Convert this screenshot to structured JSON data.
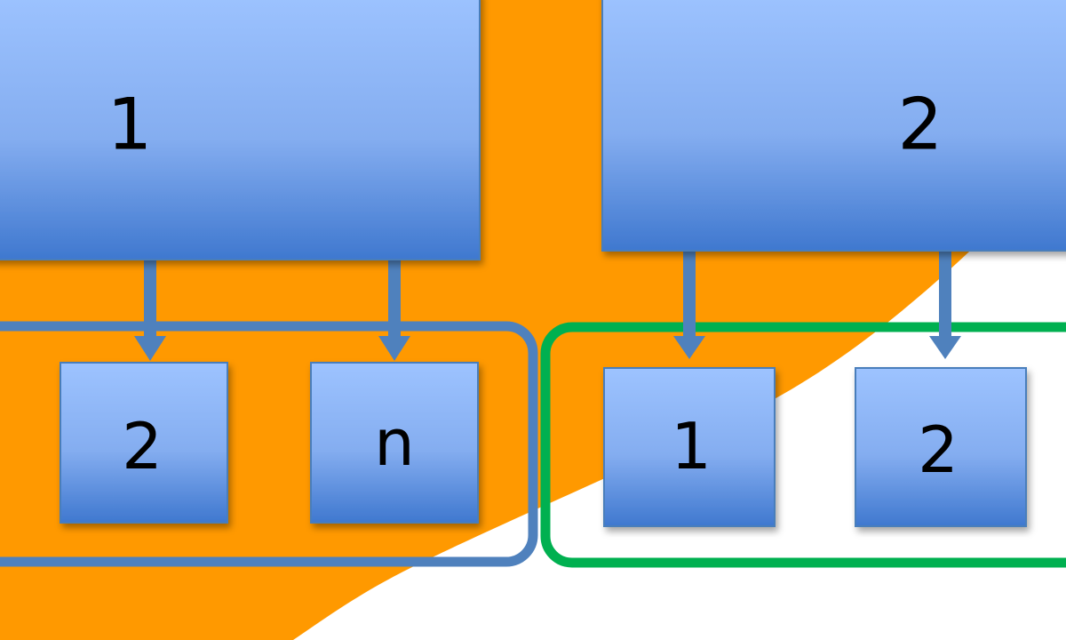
{
  "colors": {
    "background": "#ffffff",
    "orange_region": "#FF9900",
    "box_top": "#9DC3FF",
    "box_bottom": "#3F78CF",
    "box_border": "#4A7EBB",
    "arrow": "#4F81BD",
    "group_left_border": "#4F81BD",
    "group_right_border": "#00B050"
  },
  "nodes": {
    "parent_1": {
      "label": "1"
    },
    "parent_2": {
      "label": "2"
    },
    "child_left_a": {
      "label": "2"
    },
    "child_left_b": {
      "label": "n"
    },
    "child_right_a": {
      "label": "1"
    },
    "child_right_b": {
      "label": "2"
    }
  }
}
